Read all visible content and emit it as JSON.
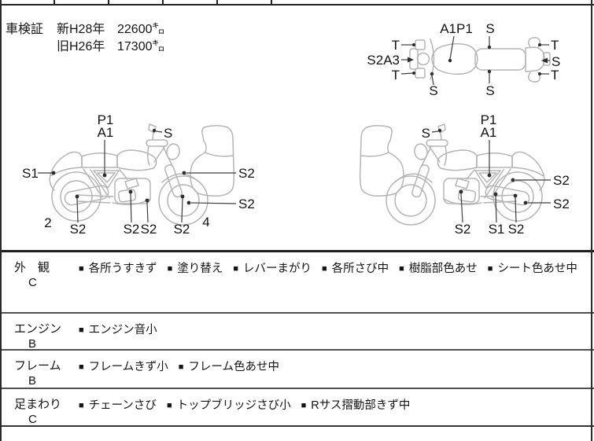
{
  "odometer": {
    "title": "車検証",
    "line1": {
      "era": "新H28年",
      "km": "22600㌔"
    },
    "line2": {
      "era": "旧H26年",
      "km": "17300㌔"
    }
  },
  "marks": {
    "a1p1": "A1P1",
    "s2a3": "S2A3",
    "p1": "P1",
    "a1": "A1",
    "s": "S",
    "t": "T",
    "s1": "S1",
    "s2": "S2",
    "rear_wheel_code": "2",
    "front_wheel_code": "4"
  },
  "bullet": "■",
  "condition_rows": [
    {
      "label": "外　観",
      "grade": "C",
      "items": [
        "各所うすきず",
        "塗り替え",
        "レバーまがり",
        "各所さび中",
        "樹脂部色あせ",
        "シート色あせ中"
      ]
    },
    {
      "label": "エンジン",
      "grade": "B",
      "items": [
        "エンジン音小"
      ]
    },
    {
      "label": "フレーム",
      "grade": "B",
      "items": [
        "フレームきず小",
        "フレーム色あせ中"
      ]
    },
    {
      "label": "足まわり",
      "grade": "C",
      "items": [
        "チェーンさび",
        "トップブリッジさび小",
        "Rサス摺動部きず中"
      ]
    }
  ],
  "colors": {
    "sketch_line": "#b5b5b5",
    "leader_line": "#3d3d3d",
    "text": "#141414",
    "border_dark": "#262626",
    "separator": "#4f4f4f"
  }
}
